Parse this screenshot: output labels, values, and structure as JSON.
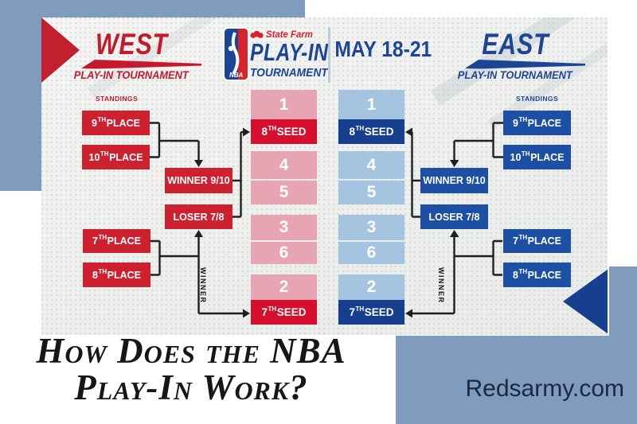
{
  "page": {
    "heading_line1": "How Does the NBA",
    "heading_line2": "Play-In Work?",
    "site": "Redsarmy.com"
  },
  "header": {
    "dates": "MAY 18-21",
    "sponsor": "State Farm",
    "logo_title": "PLAY-IN",
    "logo_subtitle": "TOURNAMENT",
    "nba_label": "NBA"
  },
  "west": {
    "title": "WEST",
    "subtitle": "PLAY-IN TOURNAMENT",
    "standings_label": "STANDINGS",
    "winner_label": "WINNER",
    "place9": {
      "pre": "9",
      "sup": "TH",
      "post": " PLACE"
    },
    "place10": {
      "pre": "10",
      "sup": "TH",
      "post": " PLACE"
    },
    "winner910": {
      "pre": "WINNER 9/10"
    },
    "loser78": {
      "pre": "LOSER 7/8"
    },
    "place7": {
      "pre": "7",
      "sup": "TH",
      "post": " PLACE"
    },
    "place8": {
      "pre": "8",
      "sup": "TH",
      "post": " PLACE"
    },
    "column": {
      "r1": {
        "pre": "1"
      },
      "seed8": {
        "pre": "8",
        "sup": "TH",
        "post": " SEED"
      },
      "r4": {
        "pre": "4"
      },
      "r5": {
        "pre": "5"
      },
      "r3": {
        "pre": "3"
      },
      "r6": {
        "pre": "6"
      },
      "r2": {
        "pre": "2"
      },
      "seed7": {
        "pre": "7",
        "sup": "TH",
        "post": " SEED"
      }
    }
  },
  "east": {
    "title": "EAST",
    "subtitle": "PLAY-IN TOURNAMENT",
    "standings_label": "STANDINGS",
    "winner_label": "WINNER",
    "place9": {
      "pre": "9",
      "sup": "TH",
      "post": " PLACE"
    },
    "place10": {
      "pre": "10",
      "sup": "TH",
      "post": " PLACE"
    },
    "winner910": {
      "pre": "WINNER 9/10"
    },
    "loser78": {
      "pre": "LOSER 7/8"
    },
    "place7": {
      "pre": "7",
      "sup": "TH",
      "post": " PLACE"
    },
    "place8": {
      "pre": "8",
      "sup": "TH",
      "post": " PLACE"
    },
    "column": {
      "r1": {
        "pre": "1"
      },
      "seed8": {
        "pre": "8",
        "sup": "TH",
        "post": " SEED"
      },
      "r4": {
        "pre": "4"
      },
      "r5": {
        "pre": "5"
      },
      "r3": {
        "pre": "3"
      },
      "r6": {
        "pre": "6"
      },
      "r2": {
        "pre": "2"
      },
      "seed7": {
        "pre": "7",
        "sup": "TH",
        "post": " SEED"
      }
    }
  },
  "colors": {
    "steel_blue": "#7f9bbd",
    "red_box": "#ce2130",
    "red_seed": "#d50f2d",
    "pink": "#e7a4b2",
    "blue_box": "#1d4fa4",
    "blue_seed": "#16408f",
    "pale_blue": "#a4c4e0",
    "navy_text": "#1d4596",
    "connector": "#1f1f1f"
  }
}
